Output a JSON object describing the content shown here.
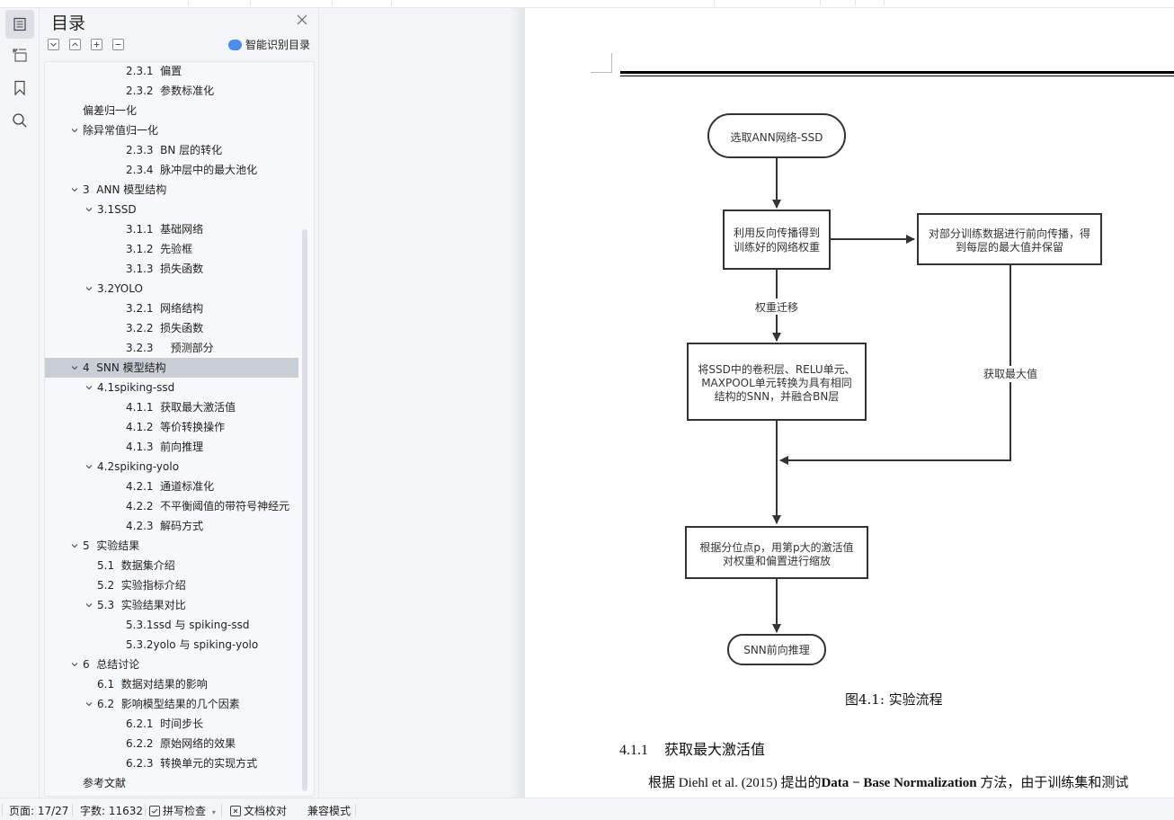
{
  "sidebar_panel": {
    "title": "目录",
    "smart_toc_label": "智能识别目录",
    "tools": [
      "collapse-all",
      "expand-all",
      "add-level",
      "remove-level"
    ],
    "items": [
      {
        "label": "2.3.1  偏置",
        "level": 3,
        "expandable": false
      },
      {
        "label": "2.3.2  参数标准化",
        "level": 3,
        "expandable": false
      },
      {
        "label": "偏差归一化",
        "level": 1,
        "expandable": false
      },
      {
        "label": "除异常值归一化",
        "level": 1,
        "expandable": true
      },
      {
        "label": "2.3.3  BN 层的转化",
        "level": 3,
        "expandable": false
      },
      {
        "label": "2.3.4  脉冲层中的最大池化",
        "level": 3,
        "expandable": false
      },
      {
        "label": "3  ANN 模型结构",
        "level": 1,
        "expandable": true
      },
      {
        "label": "3.1SSD",
        "level": 2,
        "expandable": true
      },
      {
        "label": "3.1.1  基础网络",
        "level": 3,
        "expandable": false
      },
      {
        "label": "3.1.2  先验框",
        "level": 3,
        "expandable": false
      },
      {
        "label": "3.1.3  损失函数",
        "level": 3,
        "expandable": false
      },
      {
        "label": "3.2YOLO",
        "level": 2,
        "expandable": true
      },
      {
        "label": "3.2.1  网络结构",
        "level": 3,
        "expandable": false
      },
      {
        "label": "3.2.2  损失函数",
        "level": 3,
        "expandable": false
      },
      {
        "label": "3.2.3     预测部分",
        "level": 3,
        "expandable": false
      },
      {
        "label": "4  SNN 模型结构",
        "level": 1,
        "expandable": true,
        "selected": true
      },
      {
        "label": "4.1spiking-ssd",
        "level": 2,
        "expandable": true
      },
      {
        "label": "4.1.1  获取最大激活值",
        "level": 3,
        "expandable": false
      },
      {
        "label": "4.1.2  等价转换操作",
        "level": 3,
        "expandable": false
      },
      {
        "label": "4.1.3  前向推理",
        "level": 3,
        "expandable": false
      },
      {
        "label": "4.2spiking-yolo",
        "level": 2,
        "expandable": true
      },
      {
        "label": "4.2.1  通道标准化",
        "level": 3,
        "expandable": false
      },
      {
        "label": "4.2.2  不平衡阈值的带符号神经元",
        "level": 3,
        "expandable": false
      },
      {
        "label": "4.2.3  解码方式",
        "level": 3,
        "expandable": false
      },
      {
        "label": "5  实验结果",
        "level": 1,
        "expandable": true
      },
      {
        "label": "5.1  数据集介绍",
        "level": 2,
        "expandable": false
      },
      {
        "label": "5.2  实验指标介绍",
        "level": 2,
        "expandable": false
      },
      {
        "label": "5.3  实验结果对比",
        "level": 2,
        "expandable": true
      },
      {
        "label": "5.3.1ssd 与 spiking-ssd",
        "level": 3,
        "expandable": false
      },
      {
        "label": "5.3.2yolo 与 spiking-yolo",
        "level": 3,
        "expandable": false
      },
      {
        "label": "6  总结讨论",
        "level": 1,
        "expandable": true
      },
      {
        "label": "6.1  数据对结果的影响",
        "level": 2,
        "expandable": false
      },
      {
        "label": "6.2  影响模型结果的几个因素",
        "level": 2,
        "expandable": true
      },
      {
        "label": "6.2.1  时间步长",
        "level": 3,
        "expandable": false
      },
      {
        "label": "6.2.2  原始网络的效果",
        "level": 3,
        "expandable": false
      },
      {
        "label": "6.2.3  转换单元的实现方式",
        "level": 3,
        "expandable": false
      },
      {
        "label": "参考文献",
        "level": 1,
        "expandable": false
      }
    ]
  },
  "iconbar": [
    "toc-icon",
    "outline-icon",
    "bookmark-icon",
    "search-icon"
  ],
  "document": {
    "flowchart": {
      "start": "选取ANN网络-SSD",
      "step1": [
        "利用反向传播得到",
        "训练好的网络权重"
      ],
      "step_side": [
        "对部分训练数据进行前向传播，得",
        "到每层的最大值并保留"
      ],
      "edge_transfer": "权重迁移",
      "step2": [
        "将SSD中的卷积层、RELU单元、",
        "MAXPOOL单元转换为具有相同",
        "结构的SNN，并融合BN层"
      ],
      "edge_max": "获取最大值",
      "step3": [
        "根据分位点p，用第p大的激活值",
        "对权重和偏置进行缩放"
      ],
      "end": "SNN前向推理"
    },
    "caption": "图4.1: 实验流程",
    "heading_num": "4.1.1",
    "heading_text": "获取最大激活值",
    "body_pre": "根据 Diehl et al. (2015) 提出的",
    "body_bold": "Data − Base Normalization",
    "body_post": " 方法，由于训练集和测试"
  },
  "statusbar": {
    "page": "页面: 17/27",
    "words": "字数: 11632",
    "spellcheck": "拼写检查",
    "proofread": "文档校对",
    "compat": "兼容模式"
  }
}
